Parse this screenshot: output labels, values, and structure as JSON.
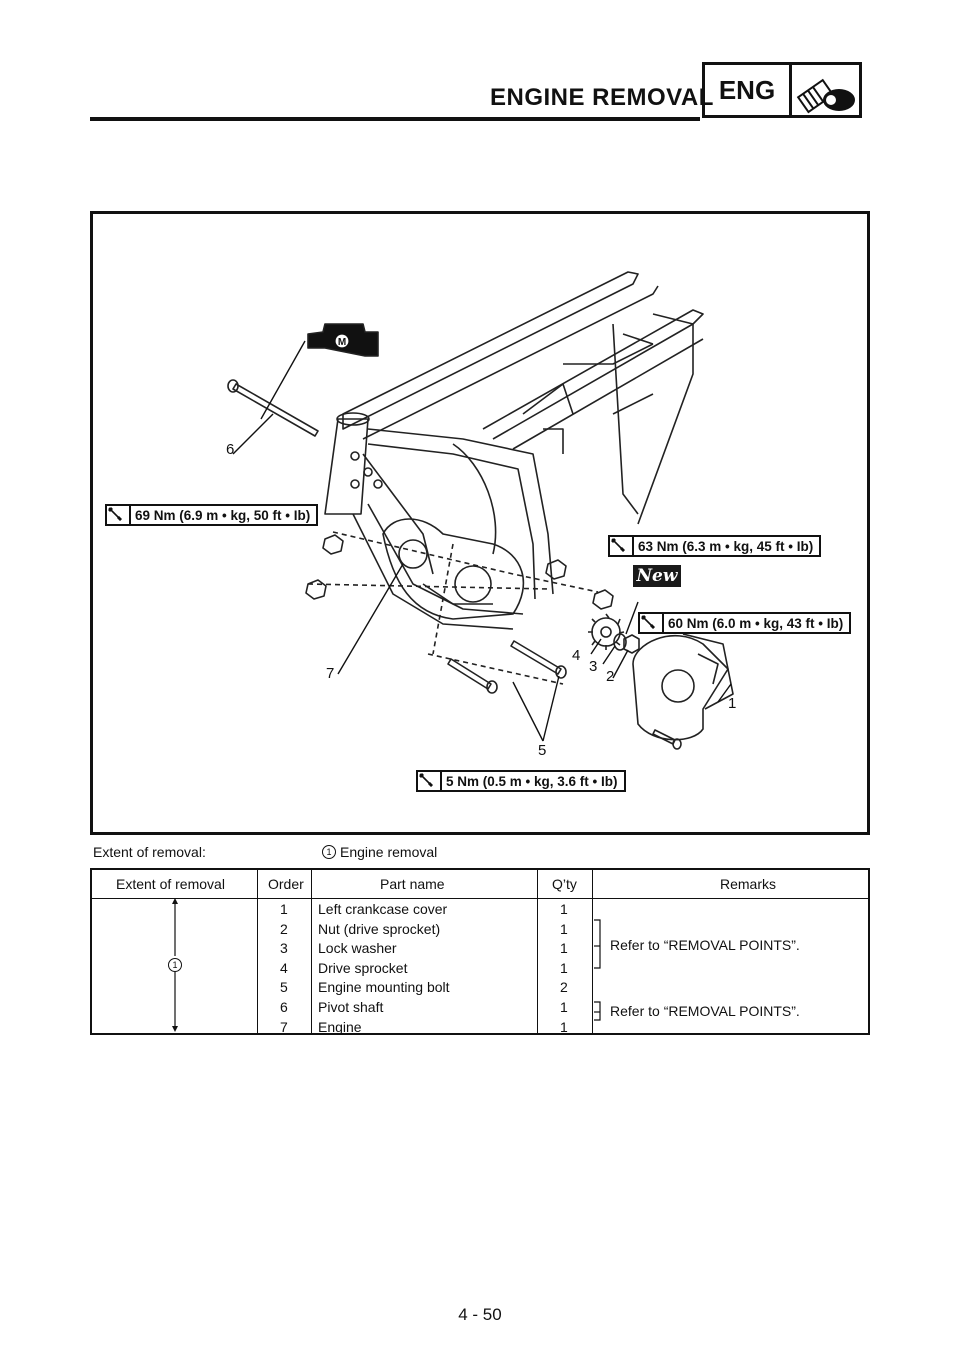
{
  "header": {
    "title": "ENGINE REMOVAL",
    "section_label": "ENG",
    "section_icon": "engine-piston-icon"
  },
  "figure": {
    "torque_labels": [
      "69 Nm (6.9 m • kg, 50 ft • Ib)",
      "63 Nm (6.3 m • kg, 45 ft • Ib)",
      "60 Nm (6.0 m • kg, 43 ft • Ib)",
      "5 Nm (0.5 m • kg, 3.6 ft • Ib)"
    ],
    "new_badge": "New",
    "lube_mark": "M",
    "callouts": [
      "1",
      "2",
      "3",
      "4",
      "5",
      "6",
      "7"
    ]
  },
  "extent": {
    "label": "Extent of removal:",
    "marker": "1",
    "value": "Engine removal"
  },
  "table": {
    "headers": [
      "Extent of removal",
      "Order",
      "Part name",
      "Q’ty",
      "Remarks"
    ],
    "extent_marker": "1",
    "rows": [
      {
        "order": "1",
        "part": "Left crankcase cover",
        "qty": "1"
      },
      {
        "order": "2",
        "part": "Nut (drive sprocket)",
        "qty": "1"
      },
      {
        "order": "3",
        "part": "Lock washer",
        "qty": "1"
      },
      {
        "order": "4",
        "part": "Drive sprocket",
        "qty": "1"
      },
      {
        "order": "5",
        "part": "Engine mounting bolt",
        "qty": "2"
      },
      {
        "order": "6",
        "part": "Pivot shaft",
        "qty": "1"
      },
      {
        "order": "7",
        "part": "Engine",
        "qty": "1"
      }
    ],
    "remarks": [
      "Refer to “REMOVAL POINTS”.",
      "Refer to “REMOVAL POINTS”."
    ]
  },
  "footer": {
    "page_number": "4 - 50"
  }
}
